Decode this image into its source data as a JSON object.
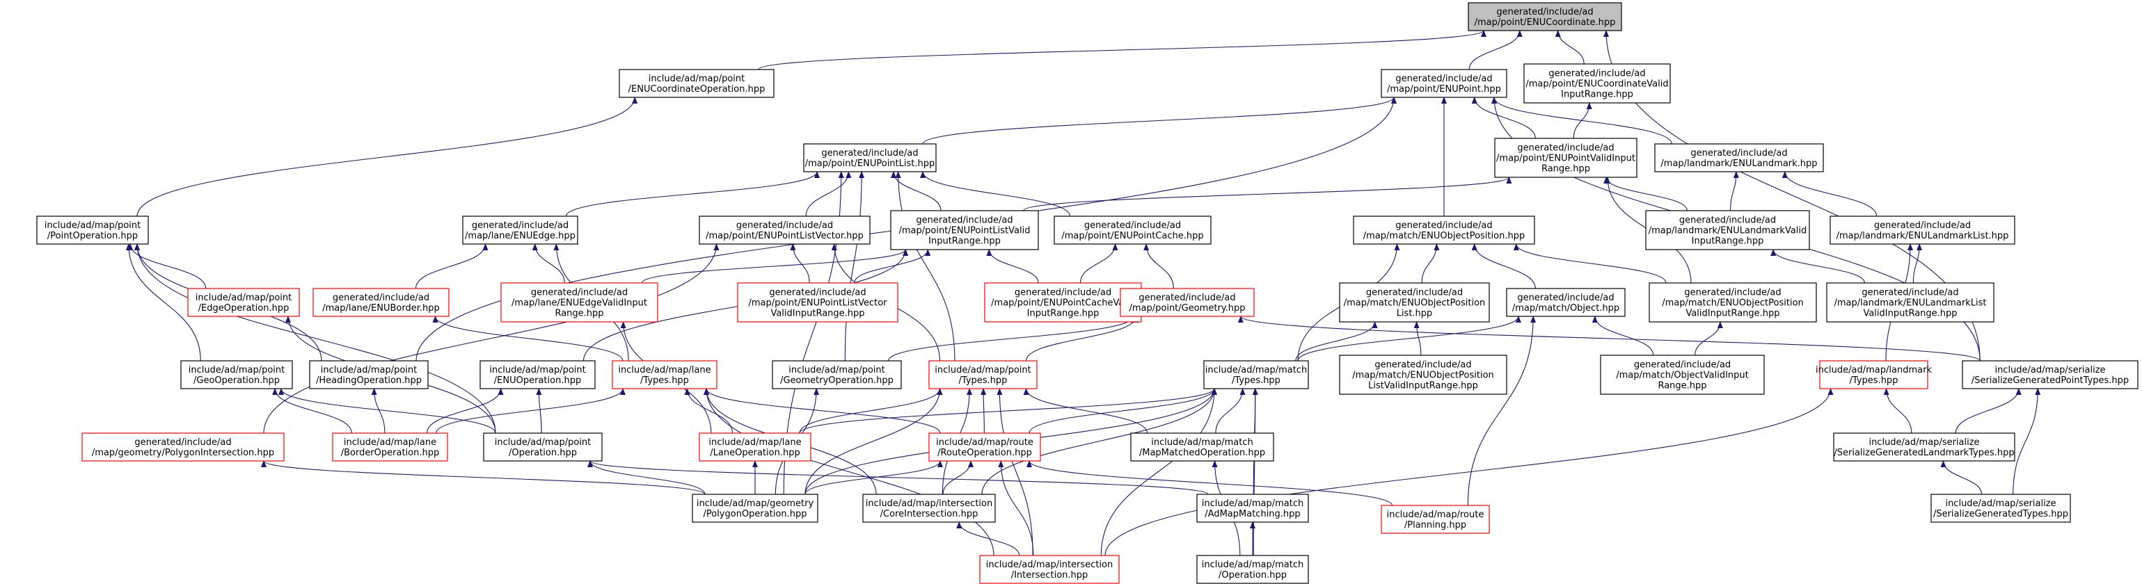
{
  "colors": {
    "edge": "#191970",
    "root_fill": "#bfbfbf",
    "normal_border": "#000000",
    "red_border": "#ff0000",
    "fill": "#ffffff",
    "text": "#000000"
  },
  "nodes": [
    {
      "id": "n_root",
      "kind": "root",
      "lines": [
        "generated/include/ad",
        "/map/point/ENUCoordinate.hpp"
      ]
    },
    {
      "id": "n_enucoordop",
      "kind": "normal",
      "lines": [
        "include/ad/map/point",
        "/ENUCoordinateOperation.hpp"
      ]
    },
    {
      "id": "n_enupoint",
      "kind": "normal",
      "lines": [
        "generated/include/ad",
        "/map/point/ENUPoint.hpp"
      ]
    },
    {
      "id": "n_enucoordvalid",
      "kind": "normal",
      "lines": [
        "generated/include/ad",
        "/map/point/ENUCoordinateValid",
        "InputRange.hpp"
      ]
    },
    {
      "id": "n_enupointlist",
      "kind": "normal",
      "lines": [
        "generated/include/ad",
        "/map/point/ENUPointList.hpp"
      ]
    },
    {
      "id": "n_enupointvalid",
      "kind": "normal",
      "lines": [
        "generated/include/ad",
        "/map/point/ENUPointValidInput",
        "Range.hpp"
      ]
    },
    {
      "id": "n_enulandmark",
      "kind": "normal",
      "lines": [
        "generated/include/ad",
        "/map/landmark/ENULandmark.hpp"
      ]
    },
    {
      "id": "n_pointop",
      "kind": "normal",
      "lines": [
        "include/ad/map/point",
        "/PointOperation.hpp"
      ]
    },
    {
      "id": "n_enuedge",
      "kind": "normal",
      "lines": [
        "generated/include/ad",
        "/map/lane/ENUEdge.hpp"
      ]
    },
    {
      "id": "n_enupointlistvector",
      "kind": "normal",
      "lines": [
        "generated/include/ad",
        "/map/point/ENUPointListVector.hpp"
      ]
    },
    {
      "id": "n_enupointlistvalid",
      "kind": "normal",
      "lines": [
        "generated/include/ad",
        "/map/point/ENUPointListValid",
        "InputRange.hpp"
      ]
    },
    {
      "id": "n_enupointcache",
      "kind": "normal",
      "lines": [
        "generated/include/ad",
        "/map/point/ENUPointCache.hpp"
      ]
    },
    {
      "id": "n_enuobjectposition",
      "kind": "normal",
      "lines": [
        "generated/include/ad",
        "/map/match/ENUObjectPosition.hpp"
      ]
    },
    {
      "id": "n_enulandmarkvalid",
      "kind": "normal",
      "lines": [
        "generated/include/ad",
        "/map/landmark/ENULandmarkValid",
        "InputRange.hpp"
      ]
    },
    {
      "id": "n_enulandmarklist",
      "kind": "normal",
      "lines": [
        "generated/include/ad",
        "/map/landmark/ENULandmarkList.hpp"
      ]
    },
    {
      "id": "n_edgeop",
      "kind": "red",
      "lines": [
        "include/ad/map/point",
        "/EdgeOperation.hpp"
      ]
    },
    {
      "id": "n_enuborder",
      "kind": "red",
      "lines": [
        "generated/include/ad",
        "/map/lane/ENUBorder.hpp"
      ]
    },
    {
      "id": "n_enuedgevalid",
      "kind": "red",
      "lines": [
        "generated/include/ad",
        "/map/lane/ENUEdgeValidInput",
        "Range.hpp"
      ]
    },
    {
      "id": "n_enupointlistvectorvalid",
      "kind": "red",
      "lines": [
        "generated/include/ad",
        "/map/point/ENUPointListVector",
        "ValidInputRange.hpp"
      ]
    },
    {
      "id": "n_enupointcachevalid",
      "kind": "red",
      "lines": [
        "generated/include/ad",
        "/map/point/ENUPointCacheValid",
        "InputRange.hpp"
      ]
    },
    {
      "id": "n_geometry",
      "kind": "red",
      "lines": [
        "generated/include/ad",
        "/map/point/Geometry.hpp"
      ]
    },
    {
      "id": "n_enuobjectpositionlist",
      "kind": "normal",
      "lines": [
        "generated/include/ad",
        "/map/match/ENUObjectPosition",
        "List.hpp"
      ]
    },
    {
      "id": "n_object",
      "kind": "normal",
      "lines": [
        "generated/include/ad",
        "/map/match/Object.hpp"
      ]
    },
    {
      "id": "n_enuobjectpositionvalid",
      "kind": "normal",
      "lines": [
        "generated/include/ad",
        "/map/match/ENUObjectPosition",
        "ValidInputRange.hpp"
      ]
    },
    {
      "id": "n_enulandmarklistvalid",
      "kind": "normal",
      "lines": [
        "generated/include/ad",
        "/map/landmark/ENULandmarkList",
        "ValidInputRange.hpp"
      ]
    },
    {
      "id": "n_geoop",
      "kind": "normal",
      "lines": [
        "include/ad/map/point",
        "/GeoOperation.hpp"
      ]
    },
    {
      "id": "n_headingop",
      "kind": "normal",
      "lines": [
        "include/ad/map/point",
        "/HeadingOperation.hpp"
      ]
    },
    {
      "id": "n_enuop",
      "kind": "normal",
      "lines": [
        "include/ad/map/point",
        "/ENUOperation.hpp"
      ]
    },
    {
      "id": "n_lanetypes",
      "kind": "red",
      "lines": [
        "include/ad/map/lane",
        "/Types.hpp"
      ]
    },
    {
      "id": "n_geometryop",
      "kind": "normal",
      "lines": [
        "include/ad/map/point",
        "/GeometryOperation.hpp"
      ]
    },
    {
      "id": "n_pointtypes",
      "kind": "red",
      "lines": [
        "include/ad/map/point",
        "/Types.hpp"
      ]
    },
    {
      "id": "n_matchtypes",
      "kind": "normal",
      "lines": [
        "include/ad/map/match",
        "/Types.hpp"
      ]
    },
    {
      "id": "n_enuobjectpositionlistvalid",
      "kind": "normal",
      "lines": [
        "generated/include/ad",
        "/map/match/ENUObjectPosition",
        "ListValidInputRange.hpp"
      ]
    },
    {
      "id": "n_objectvalid",
      "kind": "normal",
      "lines": [
        "generated/include/ad",
        "/map/match/ObjectValidInput",
        "Range.hpp"
      ]
    },
    {
      "id": "n_landmarktypes",
      "kind": "red",
      "lines": [
        "include/ad/map/landmark",
        "/Types.hpp"
      ]
    },
    {
      "id": "n_serializepoint",
      "kind": "normal",
      "lines": [
        "include/ad/map/serialize",
        "/SerializeGeneratedPointTypes.hpp"
      ]
    },
    {
      "id": "n_polygonintersection",
      "kind": "red",
      "lines": [
        "generated/include/ad",
        "/map/geometry/PolygonIntersection.hpp"
      ]
    },
    {
      "id": "n_borderop",
      "kind": "red",
      "lines": [
        "include/ad/map/lane",
        "/BorderOperation.hpp"
      ]
    },
    {
      "id": "n_pointoperation",
      "kind": "normal",
      "lines": [
        "include/ad/map/point",
        "/Operation.hpp"
      ]
    },
    {
      "id": "n_laneop",
      "kind": "red",
      "lines": [
        "include/ad/map/lane",
        "/LaneOperation.hpp"
      ]
    },
    {
      "id": "n_routeop",
      "kind": "red",
      "lines": [
        "include/ad/map/route",
        "/RouteOperation.hpp"
      ]
    },
    {
      "id": "n_mapmatchedop",
      "kind": "normal",
      "lines": [
        "include/ad/map/match",
        "/MapMatchedOperation.hpp"
      ]
    },
    {
      "id": "n_planning",
      "kind": "red",
      "lines": [
        "include/ad/map/route",
        "/Planning.hpp"
      ]
    },
    {
      "id": "n_serializelandmark",
      "kind": "normal",
      "lines": [
        "include/ad/map/serialize",
        "/SerializeGeneratedLandmarkTypes.hpp"
      ]
    },
    {
      "id": "n_polygonop",
      "kind": "normal",
      "lines": [
        "include/ad/map/geometry",
        "/PolygonOperation.hpp"
      ]
    },
    {
      "id": "n_coreintersection",
      "kind": "normal",
      "lines": [
        "include/ad/map/intersection",
        "/CoreIntersection.hpp"
      ]
    },
    {
      "id": "n_admapmatching",
      "kind": "normal",
      "lines": [
        "include/ad/map/match",
        "/AdMapMatching.hpp"
      ]
    },
    {
      "id": "n_serializetypes",
      "kind": "normal",
      "lines": [
        "include/ad/map/serialize",
        "/SerializeGeneratedTypes.hpp"
      ]
    },
    {
      "id": "n_intersection",
      "kind": "red",
      "lines": [
        "include/ad/map/intersection",
        "/Intersection.hpp"
      ]
    },
    {
      "id": "n_matchop",
      "kind": "normal",
      "lines": [
        "include/ad/map/match",
        "/Operation.hpp"
      ]
    }
  ],
  "edges": [
    [
      "n_enucoordop",
      "n_root"
    ],
    [
      "n_enupoint",
      "n_root"
    ],
    [
      "n_enucoordvalid",
      "n_root"
    ],
    [
      "n_serializepoint",
      "n_root"
    ],
    [
      "n_pointop",
      "n_enucoordop"
    ],
    [
      "n_enupointlist",
      "n_enupoint"
    ],
    [
      "n_enupointvalid",
      "n_enupoint"
    ],
    [
      "n_enulandmark",
      "n_enupoint"
    ],
    [
      "n_enuobjectposition",
      "n_enupoint"
    ],
    [
      "n_serializepoint",
      "n_enupoint"
    ],
    [
      "n_headingop",
      "n_enupoint"
    ],
    [
      "n_enupointvalid",
      "n_enucoordvalid"
    ],
    [
      "n_enuedge",
      "n_enupointlist"
    ],
    [
      "n_enupointlistvector",
      "n_enupointlist"
    ],
    [
      "n_enupointlistvalid",
      "n_enupointlist"
    ],
    [
      "n_enupointcache",
      "n_enupointlist"
    ],
    [
      "n_pointtypes",
      "n_enupointlist"
    ],
    [
      "n_geometryop",
      "n_enupointlist"
    ],
    [
      "n_polygonop",
      "n_enupointlist"
    ],
    [
      "n_enupointlistvalid",
      "n_enupointvalid"
    ],
    [
      "n_enulandmarkvalid",
      "n_enupointvalid"
    ],
    [
      "n_enuobjectpositionvalid",
      "n_enupointvalid"
    ],
    [
      "n_enulandmarkvalid",
      "n_enulandmark"
    ],
    [
      "n_enulandmarklist",
      "n_enulandmark"
    ],
    [
      "n_edgeop",
      "n_pointop"
    ],
    [
      "n_geoop",
      "n_pointop"
    ],
    [
      "n_headingop",
      "n_pointop"
    ],
    [
      "n_pointoperation",
      "n_pointop"
    ],
    [
      "n_enuborder",
      "n_enuedge"
    ],
    [
      "n_enuedgevalid",
      "n_enuedge"
    ],
    [
      "n_lanetypes",
      "n_enuedge"
    ],
    [
      "n_enupointlistvectorvalid",
      "n_enupointlistvector"
    ],
    [
      "n_polygonintersection",
      "n_enupointlistvector"
    ],
    [
      "n_pointtypes",
      "n_enupointlistvector"
    ],
    [
      "n_enuedgevalid",
      "n_enupointlistvalid"
    ],
    [
      "n_enupointlistvectorvalid",
      "n_enupointlistvalid"
    ],
    [
      "n_enupointcachevalid",
      "n_enupointlistvalid"
    ],
    [
      "n_enuop",
      "n_enupointlistvalid"
    ],
    [
      "n_enupointcachevalid",
      "n_enupointcache"
    ],
    [
      "n_geometry",
      "n_enupointcache"
    ],
    [
      "n_enuobjectpositionlist",
      "n_enuobjectposition"
    ],
    [
      "n_object",
      "n_enuobjectposition"
    ],
    [
      "n_enuobjectpositionvalid",
      "n_enuobjectposition"
    ],
    [
      "n_matchtypes",
      "n_enuobjectposition"
    ],
    [
      "n_enulandmarklistvalid",
      "n_enulandmarkvalid"
    ],
    [
      "n_enulandmarklistvalid",
      "n_enulandmarklist"
    ],
    [
      "n_landmarktypes",
      "n_enulandmarklist"
    ],
    [
      "n_pointoperation",
      "n_edgeop"
    ],
    [
      "n_lanetypes",
      "n_enuborder"
    ],
    [
      "n_laneop",
      "n_enuedgevalid"
    ],
    [
      "n_geometryop",
      "n_geometry"
    ],
    [
      "n_pointtypes",
      "n_geometry"
    ],
    [
      "n_serializepoint",
      "n_geometry"
    ],
    [
      "n_enuobjectpositionlistvalid",
      "n_enuobjectpositionlist"
    ],
    [
      "n_matchtypes",
      "n_enuobjectpositionlist"
    ],
    [
      "n_objectvalid",
      "n_object"
    ],
    [
      "n_matchtypes",
      "n_object"
    ],
    [
      "n_planning",
      "n_object"
    ],
    [
      "n_objectvalid",
      "n_enuobjectpositionvalid"
    ],
    [
      "n_pointoperation",
      "n_geoop"
    ],
    [
      "n_borderop",
      "n_geoop"
    ],
    [
      "n_borderop",
      "n_headingop"
    ],
    [
      "n_borderop",
      "n_enuop"
    ],
    [
      "n_pointoperation",
      "n_enuop"
    ],
    [
      "n_laneop",
      "n_lanetypes"
    ],
    [
      "n_borderop",
      "n_lanetypes"
    ],
    [
      "n_routeop",
      "n_lanetypes"
    ],
    [
      "n_coreintersection",
      "n_lanetypes"
    ],
    [
      "n_intersection",
      "n_lanetypes"
    ],
    [
      "n_polygonop",
      "n_geometryop"
    ],
    [
      "n_laneop",
      "n_pointtypes"
    ],
    [
      "n_routeop",
      "n_pointtypes"
    ],
    [
      "n_mapmatchedop",
      "n_pointtypes"
    ],
    [
      "n_polygonop",
      "n_pointtypes"
    ],
    [
      "n_coreintersection",
      "n_pointtypes"
    ],
    [
      "n_intersection",
      "n_pointtypes"
    ],
    [
      "n_laneop",
      "n_matchtypes"
    ],
    [
      "n_routeop",
      "n_matchtypes"
    ],
    [
      "n_mapmatchedop",
      "n_matchtypes"
    ],
    [
      "n_polygonop",
      "n_matchtypes"
    ],
    [
      "n_coreintersection",
      "n_matchtypes"
    ],
    [
      "n_admapmatching",
      "n_matchtypes"
    ],
    [
      "n_intersection",
      "n_matchtypes"
    ],
    [
      "n_matchop",
      "n_matchtypes"
    ],
    [
      "n_serializelandmark",
      "n_landmarktypes"
    ],
    [
      "n_intersection",
      "n_landmarktypes"
    ],
    [
      "n_serializelandmark",
      "n_serializepoint"
    ],
    [
      "n_serializetypes",
      "n_serializepoint"
    ],
    [
      "n_polygonop",
      "n_polygonintersection"
    ],
    [
      "n_polygonop",
      "n_pointoperation"
    ],
    [
      "n_admapmatching",
      "n_pointoperation"
    ],
    [
      "n_polygonop",
      "n_laneop"
    ],
    [
      "n_polygonop",
      "n_routeop"
    ],
    [
      "n_coreintersection",
      "n_routeop"
    ],
    [
      "n_planning",
      "n_routeop"
    ],
    [
      "n_intersection",
      "n_routeop"
    ],
    [
      "n_matchop",
      "n_mapmatchedop"
    ],
    [
      "n_serializetypes",
      "n_serializelandmark"
    ],
    [
      "n_intersection",
      "n_coreintersection"
    ],
    [
      "n_matchop",
      "n_admapmatching"
    ]
  ]
}
